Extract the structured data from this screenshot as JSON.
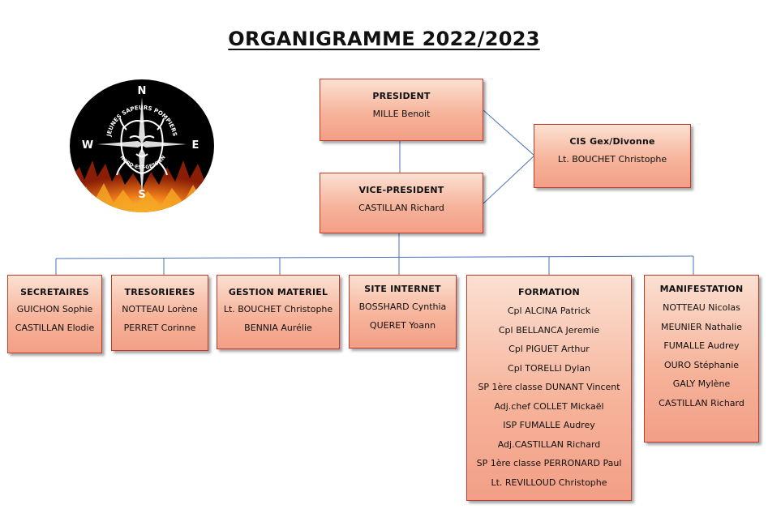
{
  "title": "ORGANIGRAMME 2022/2023",
  "logo": {
    "compass": {
      "north": "N",
      "south": "S",
      "east": "E",
      "west": "W"
    },
    "arc_text_top": "JEUNES SAPEURS POMPIERS",
    "arc_text_bottom": "NORD-EST-GESSIEN"
  },
  "president": {
    "title": "PRESIDENT",
    "name": "MILLE Benoit"
  },
  "vice_president": {
    "title": "VICE-PRESIDENT",
    "name": "CASTILLAN Richard"
  },
  "cis": {
    "title": "CIS Gex/Divonne",
    "name": "Lt. BOUCHET Christophe"
  },
  "teams": [
    {
      "title": "SECRETAIRES",
      "members": [
        "GUICHON Sophie",
        "CASTILLAN Elodie"
      ]
    },
    {
      "title": "TRESORIERES",
      "members": [
        "NOTTEAU Lorène",
        "PERRET Corinne"
      ]
    },
    {
      "title": "GESTION MATERIEL",
      "members": [
        "Lt. BOUCHET Christophe",
        "BENNIA Aurélie"
      ]
    },
    {
      "title": "SITE INTERNET",
      "members": [
        "BOSSHARD Cynthia",
        "QUERET Yoann"
      ]
    },
    {
      "title": "FORMATION",
      "members": [
        "Cpl ALCINA Patrick",
        "Cpl BELLANCA Jeremie",
        "Cpl PIGUET Arthur",
        "Cpl TORELLI Dylan",
        "SP 1ère classe DUNANT Vincent",
        "Adj.chef COLLET Mickaël",
        "ISP FUMALLE Audrey",
        "Adj.CASTILLAN Richard",
        "SP 1ère classe PERRONARD Paul",
        "Lt. REVILLOUD Christophe"
      ]
    },
    {
      "title": "MANIFESTATION",
      "members": [
        "NOTTEAU Nicolas",
        "MEUNIER Nathalie",
        "FUMALLE Audrey",
        "OURO Stéphanie",
        "GALY Mylène",
        "CASTILLAN Richard"
      ]
    }
  ],
  "colors": {
    "box_border": "#c0392b",
    "box_fill_top": "#fbe0d2",
    "box_fill_bottom": "#f29f86",
    "connector": "#4a72b8"
  }
}
